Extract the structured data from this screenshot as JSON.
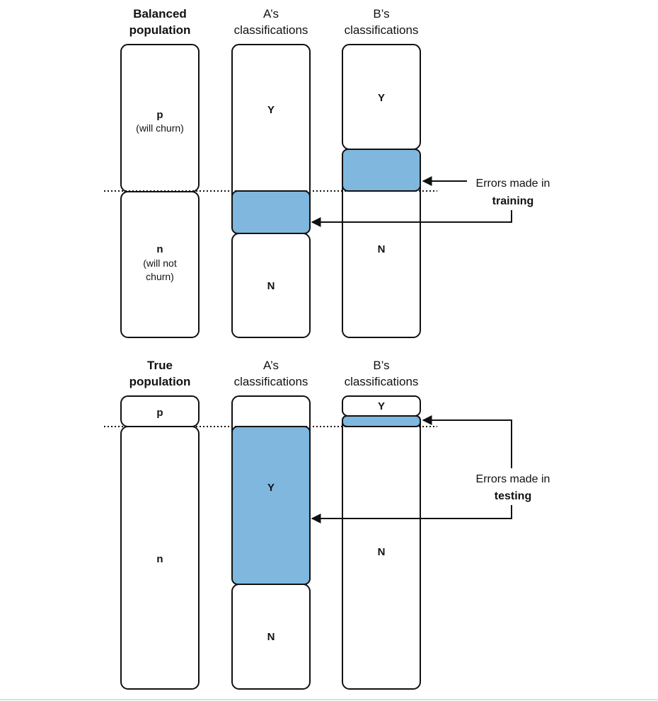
{
  "top": {
    "headers": {
      "population": [
        "Balanced",
        "population"
      ],
      "a": [
        "A’s",
        "classifications"
      ],
      "b": [
        "B’s",
        "classifications"
      ]
    },
    "population": {
      "p_letter": "p",
      "p_note": "(will churn)",
      "n_letter": "n",
      "n_note_1": "(will not",
      "n_note_2": "churn)"
    },
    "a": {
      "y": "Y",
      "n": "N"
    },
    "b": {
      "y": "Y",
      "n": "N"
    },
    "annotation": {
      "line1": "Errors made in",
      "line2": "training"
    }
  },
  "bottom": {
    "headers": {
      "population": [
        "True",
        "population"
      ],
      "a": [
        "A’s",
        "classifications"
      ],
      "b": [
        "B’s",
        "classifications"
      ]
    },
    "population": {
      "p_letter": "p",
      "n_letter": "n"
    },
    "a": {
      "y": "Y",
      "n": "N"
    },
    "b": {
      "y": "Y",
      "n": "N"
    },
    "annotation": {
      "line1": "Errors made in",
      "line2": "testing"
    }
  },
  "colors": {
    "error_fill": "#7fb7de",
    "stroke": "#111111"
  }
}
